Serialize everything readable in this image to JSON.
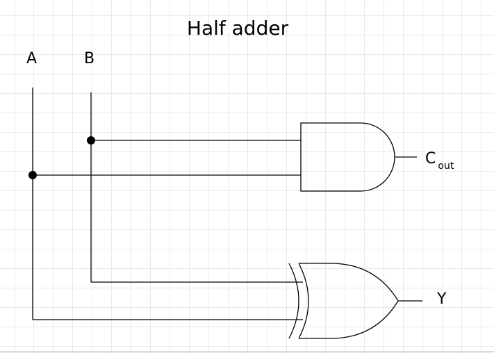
{
  "diagram": {
    "title": "Half adder",
    "inputs": {
      "a": "A",
      "b": "B"
    },
    "outputs": {
      "carry_main": "C",
      "carry_sub": "out",
      "sum": "Y"
    },
    "gates": [
      {
        "type": "AND",
        "inputs": [
          "A",
          "B"
        ],
        "output": "Cout"
      },
      {
        "type": "XOR",
        "inputs": [
          "A",
          "B"
        ],
        "output": "Y"
      }
    ]
  }
}
